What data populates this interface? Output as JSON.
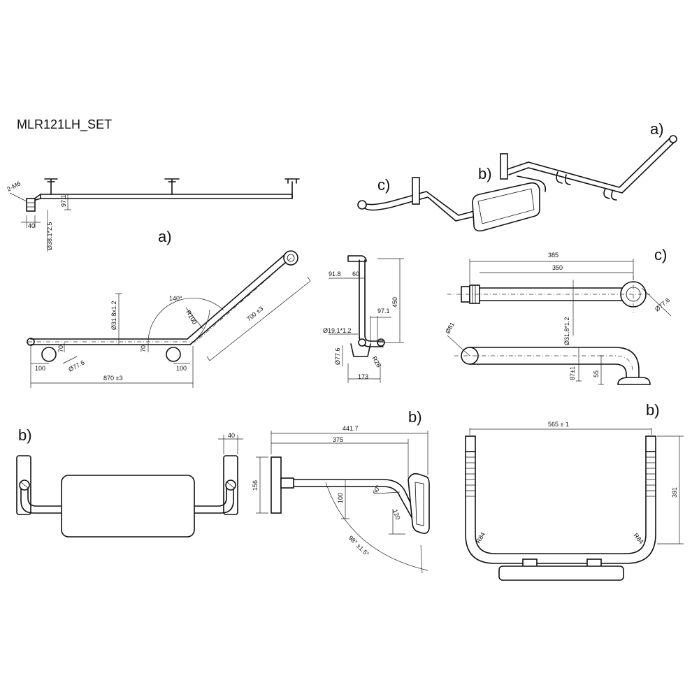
{
  "title": "MLR121LH_SET",
  "labels": {
    "a": "a)",
    "b": "b)",
    "c": "c)"
  },
  "dims": {
    "thread": "2-M6",
    "d40": "40",
    "d97_1": "97.1",
    "pipe38": "Ø38.1*2.5",
    "angle140": "140°",
    "r100": "R100",
    "pipe31": "Ø31.8x1.2",
    "len700": "700 ±3",
    "d70": "70",
    "d100": "100",
    "dia77": "Ø77.6",
    "len870": "870 ±3",
    "d91_8": "91.8",
    "d60": "60",
    "d450": "450",
    "pipe19": "Ø19.1*1.2",
    "r28": "R28",
    "d173": "173",
    "d385": "385",
    "d350": "350",
    "pipe31b": "Ø31.8*1.2",
    "dia81": "Ø81",
    "d87": "87±1",
    "d55": "55",
    "d441": "441.7",
    "d375": "375",
    "d156": "156",
    "angle60": "60°",
    "d120": "120",
    "angle98": "98° ±1.5°",
    "d565": "565 ± 1",
    "d391": "391",
    "r84": "R84"
  }
}
